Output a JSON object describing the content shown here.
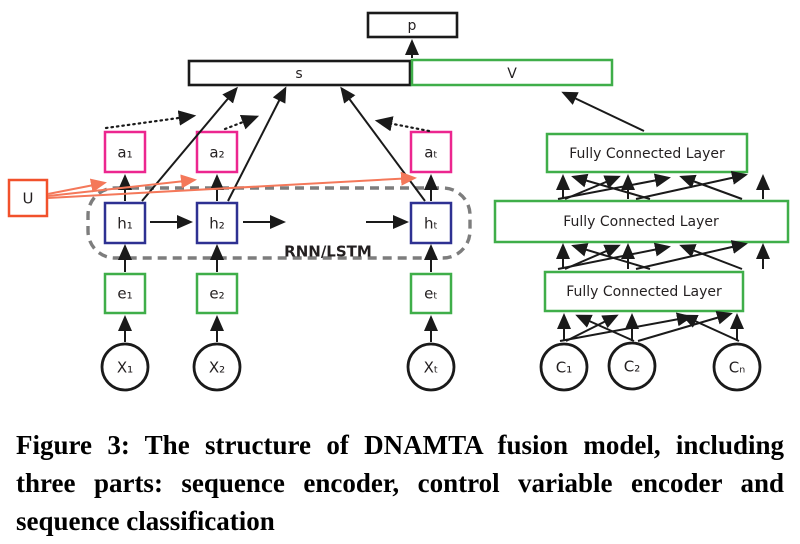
{
  "diagram": {
    "output_label": "p",
    "sequence_vector_label": "s",
    "control_vector_label": "V",
    "context_label": "U",
    "rnn_label": "RNN/LSTM",
    "fc_layer_label": "Fully Connected Layer",
    "attention_nodes": [
      "a₁",
      "a₂",
      "aₜ"
    ],
    "hidden_nodes": [
      "h₁",
      "h₂",
      "hₜ"
    ],
    "embedding_nodes": [
      "e₁",
      "e₂",
      "eₜ"
    ],
    "input_nodes": [
      "X₁",
      "X₂",
      "Xₜ"
    ],
    "control_nodes": [
      "C₁",
      "C₂",
      "Cₙ"
    ],
    "colors": {
      "attention_pink": "#ec268f",
      "hidden_blue": "#2e3192",
      "encoder_green": "#3fae49",
      "context_orange": "#f1512b",
      "orange_arrow": "#f4785a",
      "dashed_gray": "#7d7d7d",
      "black": "#1a1a1a"
    }
  },
  "caption": {
    "line1": "Figure 3:  The structure of DNAMTA fusion model, including",
    "line2": "three parts:  sequence encoder, control variable encoder and",
    "line3": "sequence classification"
  }
}
